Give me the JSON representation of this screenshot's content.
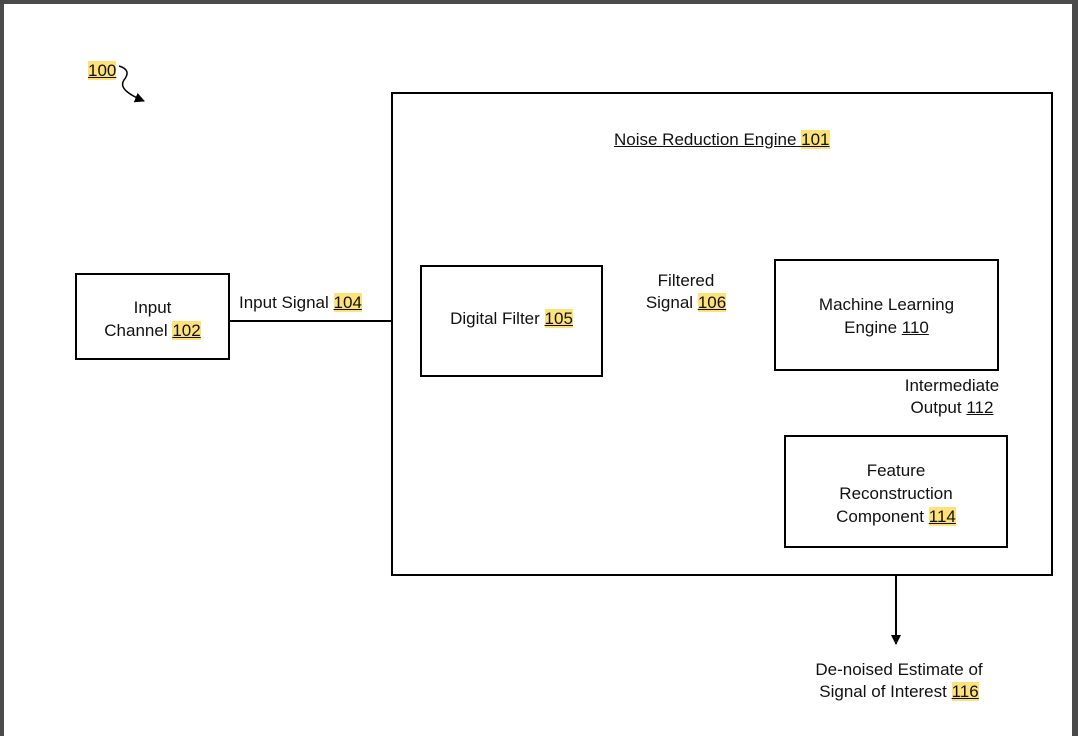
{
  "figure": {
    "ref_number": "100"
  },
  "engine": {
    "title": "Noise Reduction Engine",
    "ref": "101"
  },
  "input_channel": {
    "line1": "Input",
    "line2": "Channel",
    "ref": "102"
  },
  "input_signal": {
    "label": "Input Signal",
    "ref": "104"
  },
  "digital_filter": {
    "label": "Digital Filter",
    "ref": "105"
  },
  "filtered_signal": {
    "line1": "Filtered",
    "line2": "Signal",
    "ref": "106"
  },
  "ml_engine": {
    "line1": "Machine Learning",
    "line2": "Engine",
    "ref": "110"
  },
  "intermediate_output": {
    "line1": "Intermediate",
    "line2": "Output",
    "ref": "112"
  },
  "feature_reconstruction": {
    "line1": "Feature",
    "line2": "Reconstruction",
    "line3": "Component",
    "ref": "114"
  },
  "denoised_output": {
    "line1": "De-noised Estimate of",
    "line2": "Signal of Interest",
    "ref": "116"
  },
  "colors": {
    "highlight": "#fde27a",
    "line": "#000000",
    "frame": "#4a4a4a"
  }
}
